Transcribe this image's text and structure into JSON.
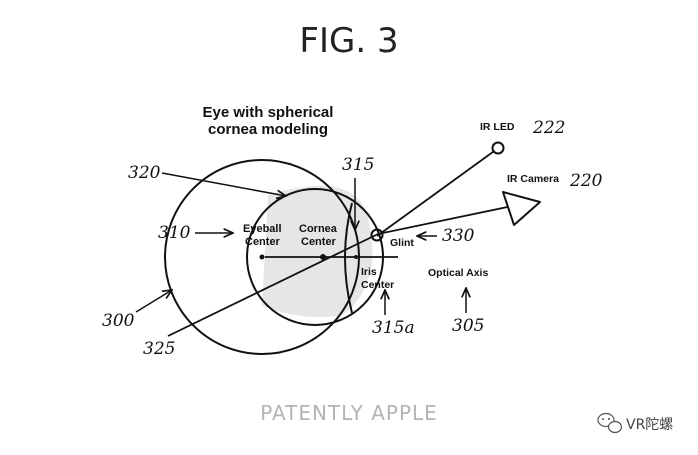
{
  "figure": {
    "title": "FIG. 3"
  },
  "diagram": {
    "heading_line1": "Eye with spherical",
    "heading_line2": "cornea modeling",
    "labels": {
      "ir_led": "IR LED",
      "ir_camera": "IR Camera",
      "eyeball_center_1": "Eyeball",
      "eyeball_center_2": "Center",
      "cornea_center_1": "Cornea",
      "cornea_center_2": "Center",
      "glint": "Glint",
      "iris_center_1": "Iris",
      "iris_center_2": "Center",
      "optical_axis": "Optical Axis"
    },
    "refs": {
      "r222": "222",
      "r220": "220",
      "r320": "320",
      "r315": "315",
      "r310": "310",
      "r330": "330",
      "r300": "300",
      "r325": "325",
      "r315a": "315a",
      "r305": "305"
    }
  },
  "watermark": {
    "text": "PATENTLY APPLE"
  },
  "badge": {
    "text": "VR陀螺"
  }
}
